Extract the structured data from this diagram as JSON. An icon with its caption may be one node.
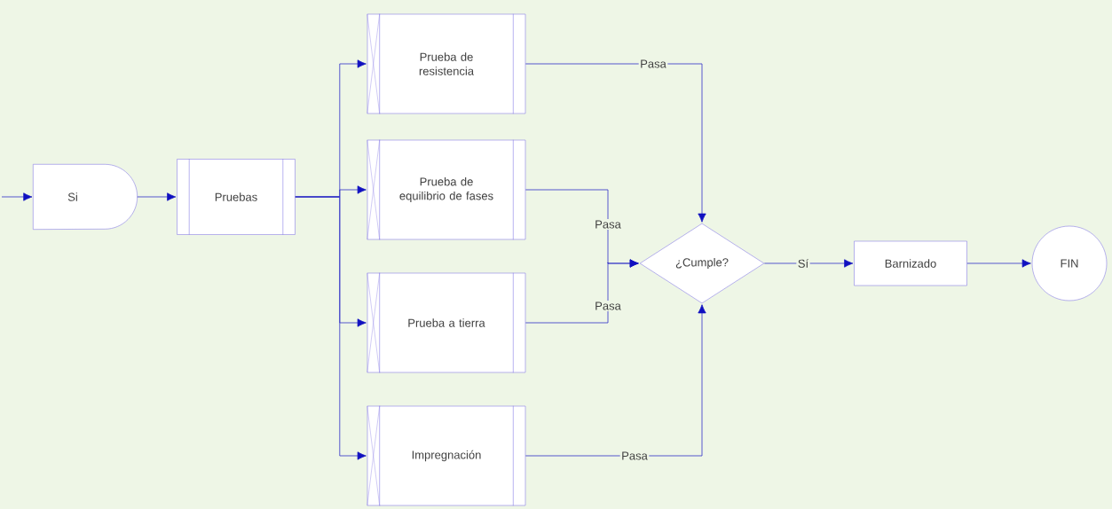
{
  "diagram": {
    "nodes": [
      {
        "text": [
          "Si"
        ]
      },
      {
        "text": [
          "Pruebas"
        ]
      },
      {
        "text": [
          "Prueba de resistencia"
        ]
      },
      {
        "text": [
          "Prueba de equilibrio de fases"
        ]
      },
      {
        "text": [
          "Prueba a tierra"
        ]
      },
      {
        "text": [
          "Impregnación"
        ]
      },
      {
        "text": [
          "¿Cumple?"
        ]
      },
      {
        "text": [
          "Barnizado"
        ]
      },
      {
        "text": [
          "FIN"
        ]
      }
    ],
    "edges": [
      {
        "from": null,
        "to": 0,
        "arrow": "to"
      },
      {
        "from": 0,
        "to": 1,
        "arrow": "to"
      },
      {
        "from": 1,
        "to": 2,
        "arrow": "to"
      },
      {
        "from": 1,
        "to": 3,
        "arrow": "to"
      },
      {
        "from": 1,
        "to": 4,
        "arrow": "to"
      },
      {
        "from": 1,
        "to": 5,
        "arrow": "to"
      },
      {
        "from": 2,
        "to": 6,
        "arrow": "to",
        "label": "Pasa"
      },
      {
        "from": 3,
        "to": 6,
        "arrow": "to",
        "label": "Pasa"
      },
      {
        "from": 4,
        "to": 6,
        "arrow": "to",
        "label": "Pasa"
      },
      {
        "from": 5,
        "to": 6,
        "arrow": "to",
        "label": "Pasa"
      },
      {
        "from": 6,
        "to": 7,
        "arrow": "to",
        "label": "Sí"
      },
      {
        "from": 7,
        "to": 8,
        "arrow": "to"
      }
    ]
  }
}
